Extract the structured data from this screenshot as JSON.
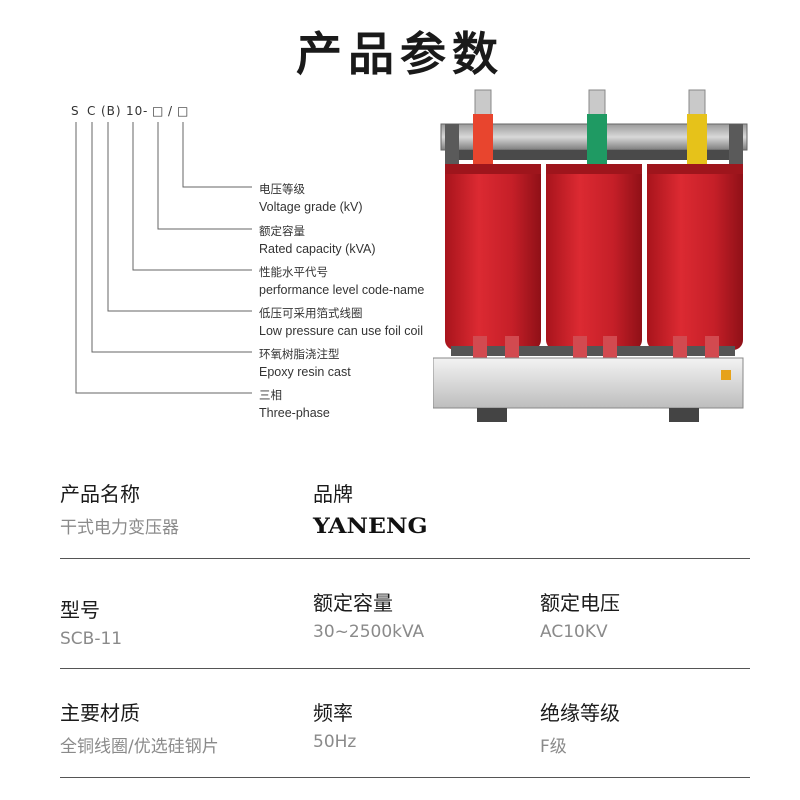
{
  "page_title": "产品参数",
  "model_code": {
    "chars": [
      "S",
      "C",
      "(B)",
      "10",
      "-",
      "□",
      "/",
      "□"
    ],
    "items": [
      {
        "zh": "电压等级",
        "en": "Voltage grade (kV)"
      },
      {
        "zh": "额定容量",
        "en": "Rated capacity (kVA)"
      },
      {
        "zh": "性能水平代号",
        "en": "performance level code-name"
      },
      {
        "zh": "低压可采用箔式线圈",
        "en": "Low pressure can use foil coil"
      },
      {
        "zh": "环氧树脂浇注型",
        "en": "Epoxy resin cast"
      },
      {
        "zh": "三相",
        "en": "Three-phase"
      }
    ]
  },
  "colors": {
    "coil_red": "#c8202a",
    "phase_a": "#e8452e",
    "phase_b": "#1f9a63",
    "phase_c": "#e6c21a"
  },
  "specs": {
    "product_name": {
      "label": "产品名称",
      "value": "干式电力变压器"
    },
    "brand": {
      "label": "品牌",
      "value": "YANENG"
    },
    "model": {
      "label": "型号",
      "value": "SCB-11"
    },
    "rated_capacity": {
      "label": "额定容量",
      "value": "30~2500kVA"
    },
    "rated_voltage": {
      "label": "额定电压",
      "value": "AC10KV"
    },
    "material": {
      "label": "主要材质",
      "value": "全铜线圈/优选硅钢片"
    },
    "frequency": {
      "label": "频率",
      "value": "50Hz"
    },
    "insulation": {
      "label": "绝缘等级",
      "value": "F级"
    }
  }
}
